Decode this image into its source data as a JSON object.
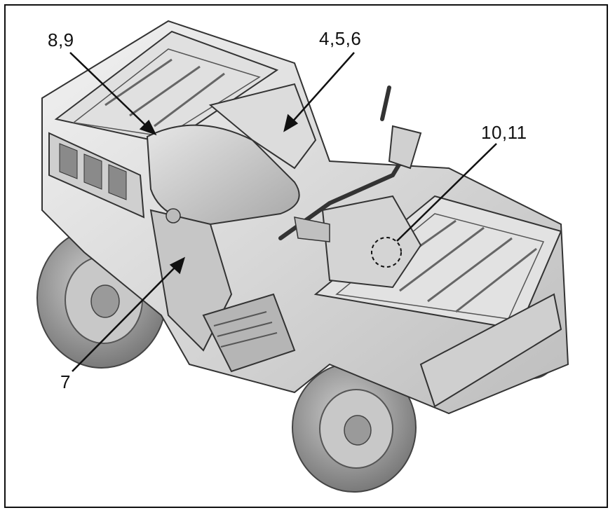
{
  "callouts": {
    "c89": "8,9",
    "c456": "4,5,6",
    "c1011": "10,11",
    "c7": "7"
  },
  "colors": {
    "line": "#111111",
    "body": "#d9d9d9",
    "body_dark": "#a9a9a9",
    "tire": "#8f8f8f"
  }
}
